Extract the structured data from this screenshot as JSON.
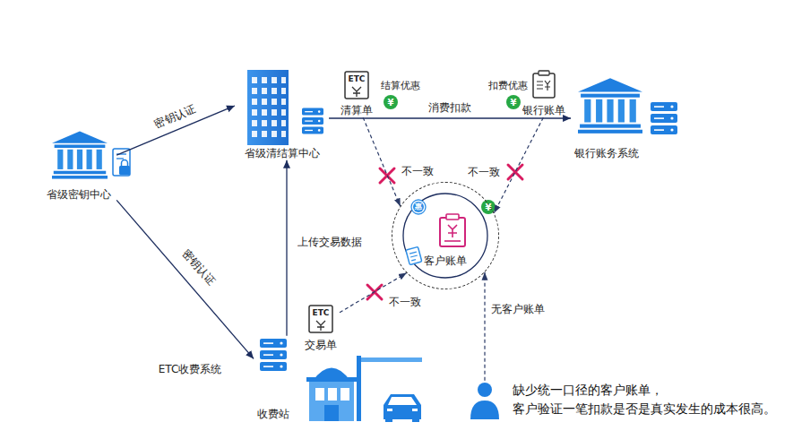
{
  "diagram": {
    "nodes": [
      {
        "text": [
          "省级密钥中心"
        ]
      },
      {
        "text": [
          "省级清结算中心"
        ]
      },
      {
        "text": [
          "清算单"
        ]
      },
      {
        "text": [
          "银行账单"
        ]
      },
      {
        "text": [
          "银行账务系统"
        ]
      },
      {
        "text": [
          "客户账单"
        ]
      },
      {
        "text": [
          "交易单"
        ]
      },
      {
        "text": [
          "收费站"
        ]
      },
      {
        "text": [
          "缺少统一口径的客户账单， 客户验证一笔扣款是否是真实发生的成本很高。"
        ]
      }
    ],
    "edges": [
      {
        "from": 0,
        "to": 1,
        "label": "密钥认证",
        "arrow": "to"
      },
      {
        "from": 0,
        "to": 7,
        "label": "密钥认证",
        "arrow": "to"
      },
      {
        "from": 7,
        "to": 1,
        "label": "上传交易数据",
        "arrow": "to"
      },
      {
        "from": 1,
        "to": 4,
        "label": "消费扣款",
        "arrow": "to"
      },
      {
        "from": 2,
        "to": 5,
        "label": "不一致",
        "arrow": "to"
      },
      {
        "from": 3,
        "to": 5,
        "label": "不一致",
        "arrow": "to"
      },
      {
        "from": 6,
        "to": 5,
        "label": "不一致",
        "arrow": "to"
      },
      {
        "from": 8,
        "to": 5,
        "label": "无客户账单",
        "arrow": "to"
      }
    ],
    "labels": [
      "ETC",
      "结算优惠",
      "¥",
      "扣费优惠",
      "¥",
      "惠",
      "¥",
      "ETC",
      "ETC收费系统"
    ]
  }
}
